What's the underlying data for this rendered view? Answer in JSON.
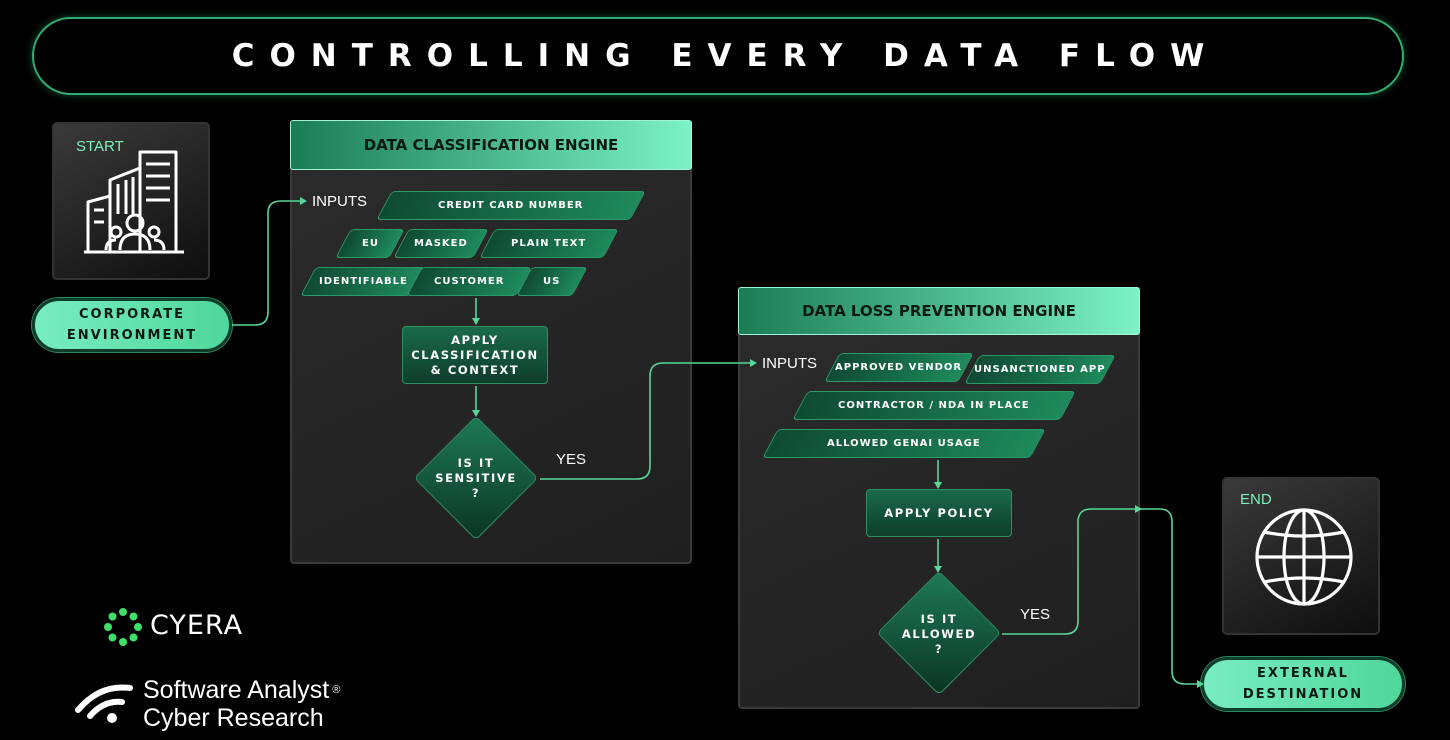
{
  "title": "CONTROLLING EVERY DATA FLOW",
  "start": {
    "label": "START",
    "icon": "office-buildings-people-icon",
    "pill": "CORPORATE\nENVIRONMENT"
  },
  "classification_engine": {
    "header": "DATA CLASSIFICATION ENGINE",
    "inputs_label": "INPUTS",
    "inputs": [
      "CREDIT CARD NUMBER",
      "EU",
      "MASKED",
      "PLAIN TEXT",
      "IDENTIFIABLE",
      "CUSTOMER",
      "US"
    ],
    "process": "APPLY\nCLASSIFICATION\n& CONTEXT",
    "decision": "IS IT\nSENSITIVE\n?",
    "yes_label": "YES"
  },
  "dlp_engine": {
    "header": "DATA LOSS PREVENTION ENGINE",
    "inputs_label": "INPUTS",
    "inputs": [
      "APPROVED VENDOR",
      "UNSANCTIONED APP",
      "CONTRACTOR / NDA IN PLACE",
      "ALLOWED GENAI USAGE"
    ],
    "process": "APPLY POLICY",
    "decision": "IS IT\nALLOWED\n?",
    "yes_label": "YES"
  },
  "end": {
    "label": "END",
    "icon": "globe-icon",
    "pill": "EXTERNAL\nDESTINATION"
  },
  "brands": {
    "cyera": "CYERA",
    "software_analyst_line1": "Software Analyst",
    "software_analyst_line2": "Cyber Research",
    "registered_mark": "®"
  },
  "colors": {
    "accent": "#2fae6e",
    "mint": "#7cf2c6",
    "tag_dark": "#0f4a33",
    "background": "#000000"
  }
}
